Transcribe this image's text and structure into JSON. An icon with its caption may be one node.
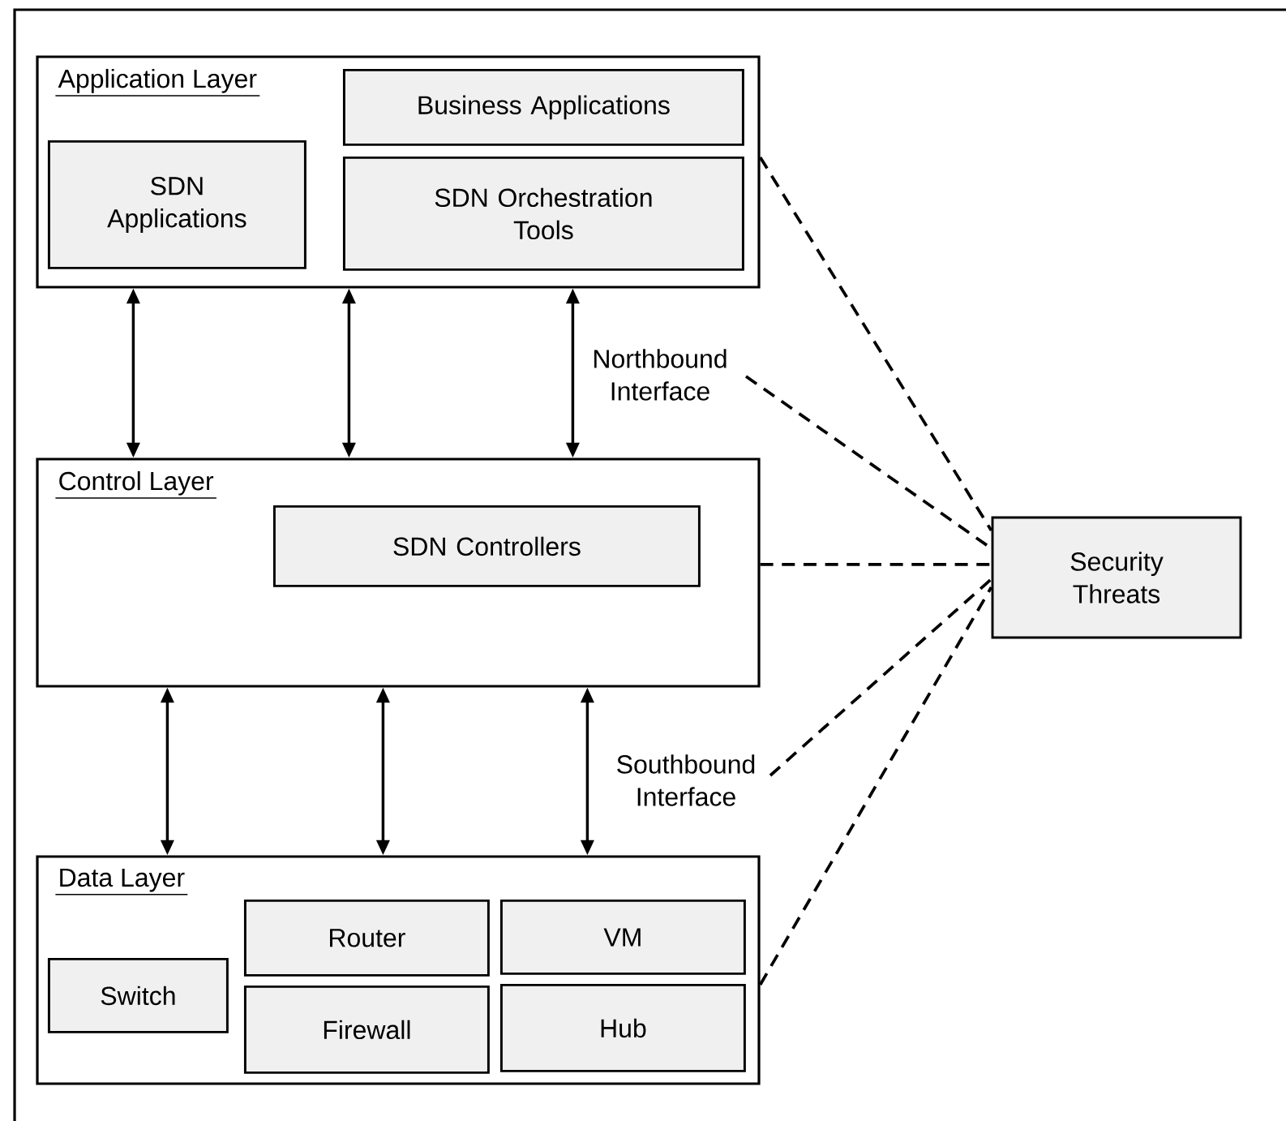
{
  "diagram": {
    "nodes": [
      {
        "text": [
          "Application Layer"
        ]
      },
      {
        "text": [
          "Business Applications"
        ],
        "in": 0
      },
      {
        "text": [
          "SDN Applications"
        ],
        "in": 0
      },
      {
        "text": [
          "SDN Orchestration Tools"
        ],
        "in": 0
      },
      {
        "text": [
          "Northbound Interface"
        ]
      },
      {
        "text": [
          "Control Layer"
        ]
      },
      {
        "text": [
          "SDN Controllers"
        ],
        "in": 5
      },
      {
        "text": [
          "Security Threats"
        ]
      },
      {
        "text": [
          "Southbound Interface"
        ]
      },
      {
        "text": [
          "Data Layer"
        ]
      },
      {
        "text": [
          "Switch"
        ],
        "in": 9
      },
      {
        "text": [
          "Router"
        ],
        "in": 9
      },
      {
        "text": [
          "VM"
        ],
        "in": 9
      },
      {
        "text": [
          "Firewall"
        ],
        "in": 9
      },
      {
        "text": [
          "Hub"
        ],
        "in": 9
      }
    ],
    "edges": [
      {
        "from": 0,
        "to": 5,
        "arrow": "both"
      },
      {
        "from": 0,
        "to": 5,
        "arrow": "both"
      },
      {
        "from": 0,
        "to": 5,
        "arrow": "both"
      },
      {
        "from": 5,
        "to": 9,
        "arrow": "both"
      },
      {
        "from": 5,
        "to": 9,
        "arrow": "both"
      },
      {
        "from": 5,
        "to": 9,
        "arrow": "both"
      },
      {
        "from": 0,
        "to": 7,
        "arrow": "none",
        "style": "dashed"
      },
      {
        "from": 4,
        "to": 7,
        "arrow": "none",
        "style": "dashed"
      },
      {
        "from": 5,
        "to": 7,
        "arrow": "none",
        "style": "dashed"
      },
      {
        "from": 8,
        "to": 7,
        "arrow": "none",
        "style": "dashed"
      },
      {
        "from": 9,
        "to": 7,
        "arrow": "none",
        "style": "dashed"
      }
    ]
  }
}
